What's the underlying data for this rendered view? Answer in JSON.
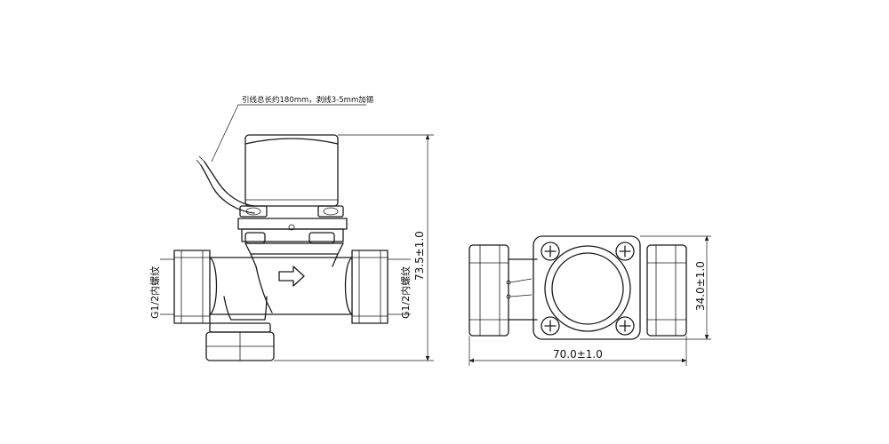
{
  "annotations": {
    "wire_note": "引线总长约180mm，剥线3-5mm加锡",
    "thread_left": "G1/2内螺纹",
    "thread_right": "G1/2内螺纹",
    "height_dim": "73.5±1.0",
    "width_dim": "70.0±1.0",
    "depth_dim": "34.0±1.0"
  },
  "icons": [
    "flow-arrow-icon",
    "phillips-screw-icon"
  ]
}
